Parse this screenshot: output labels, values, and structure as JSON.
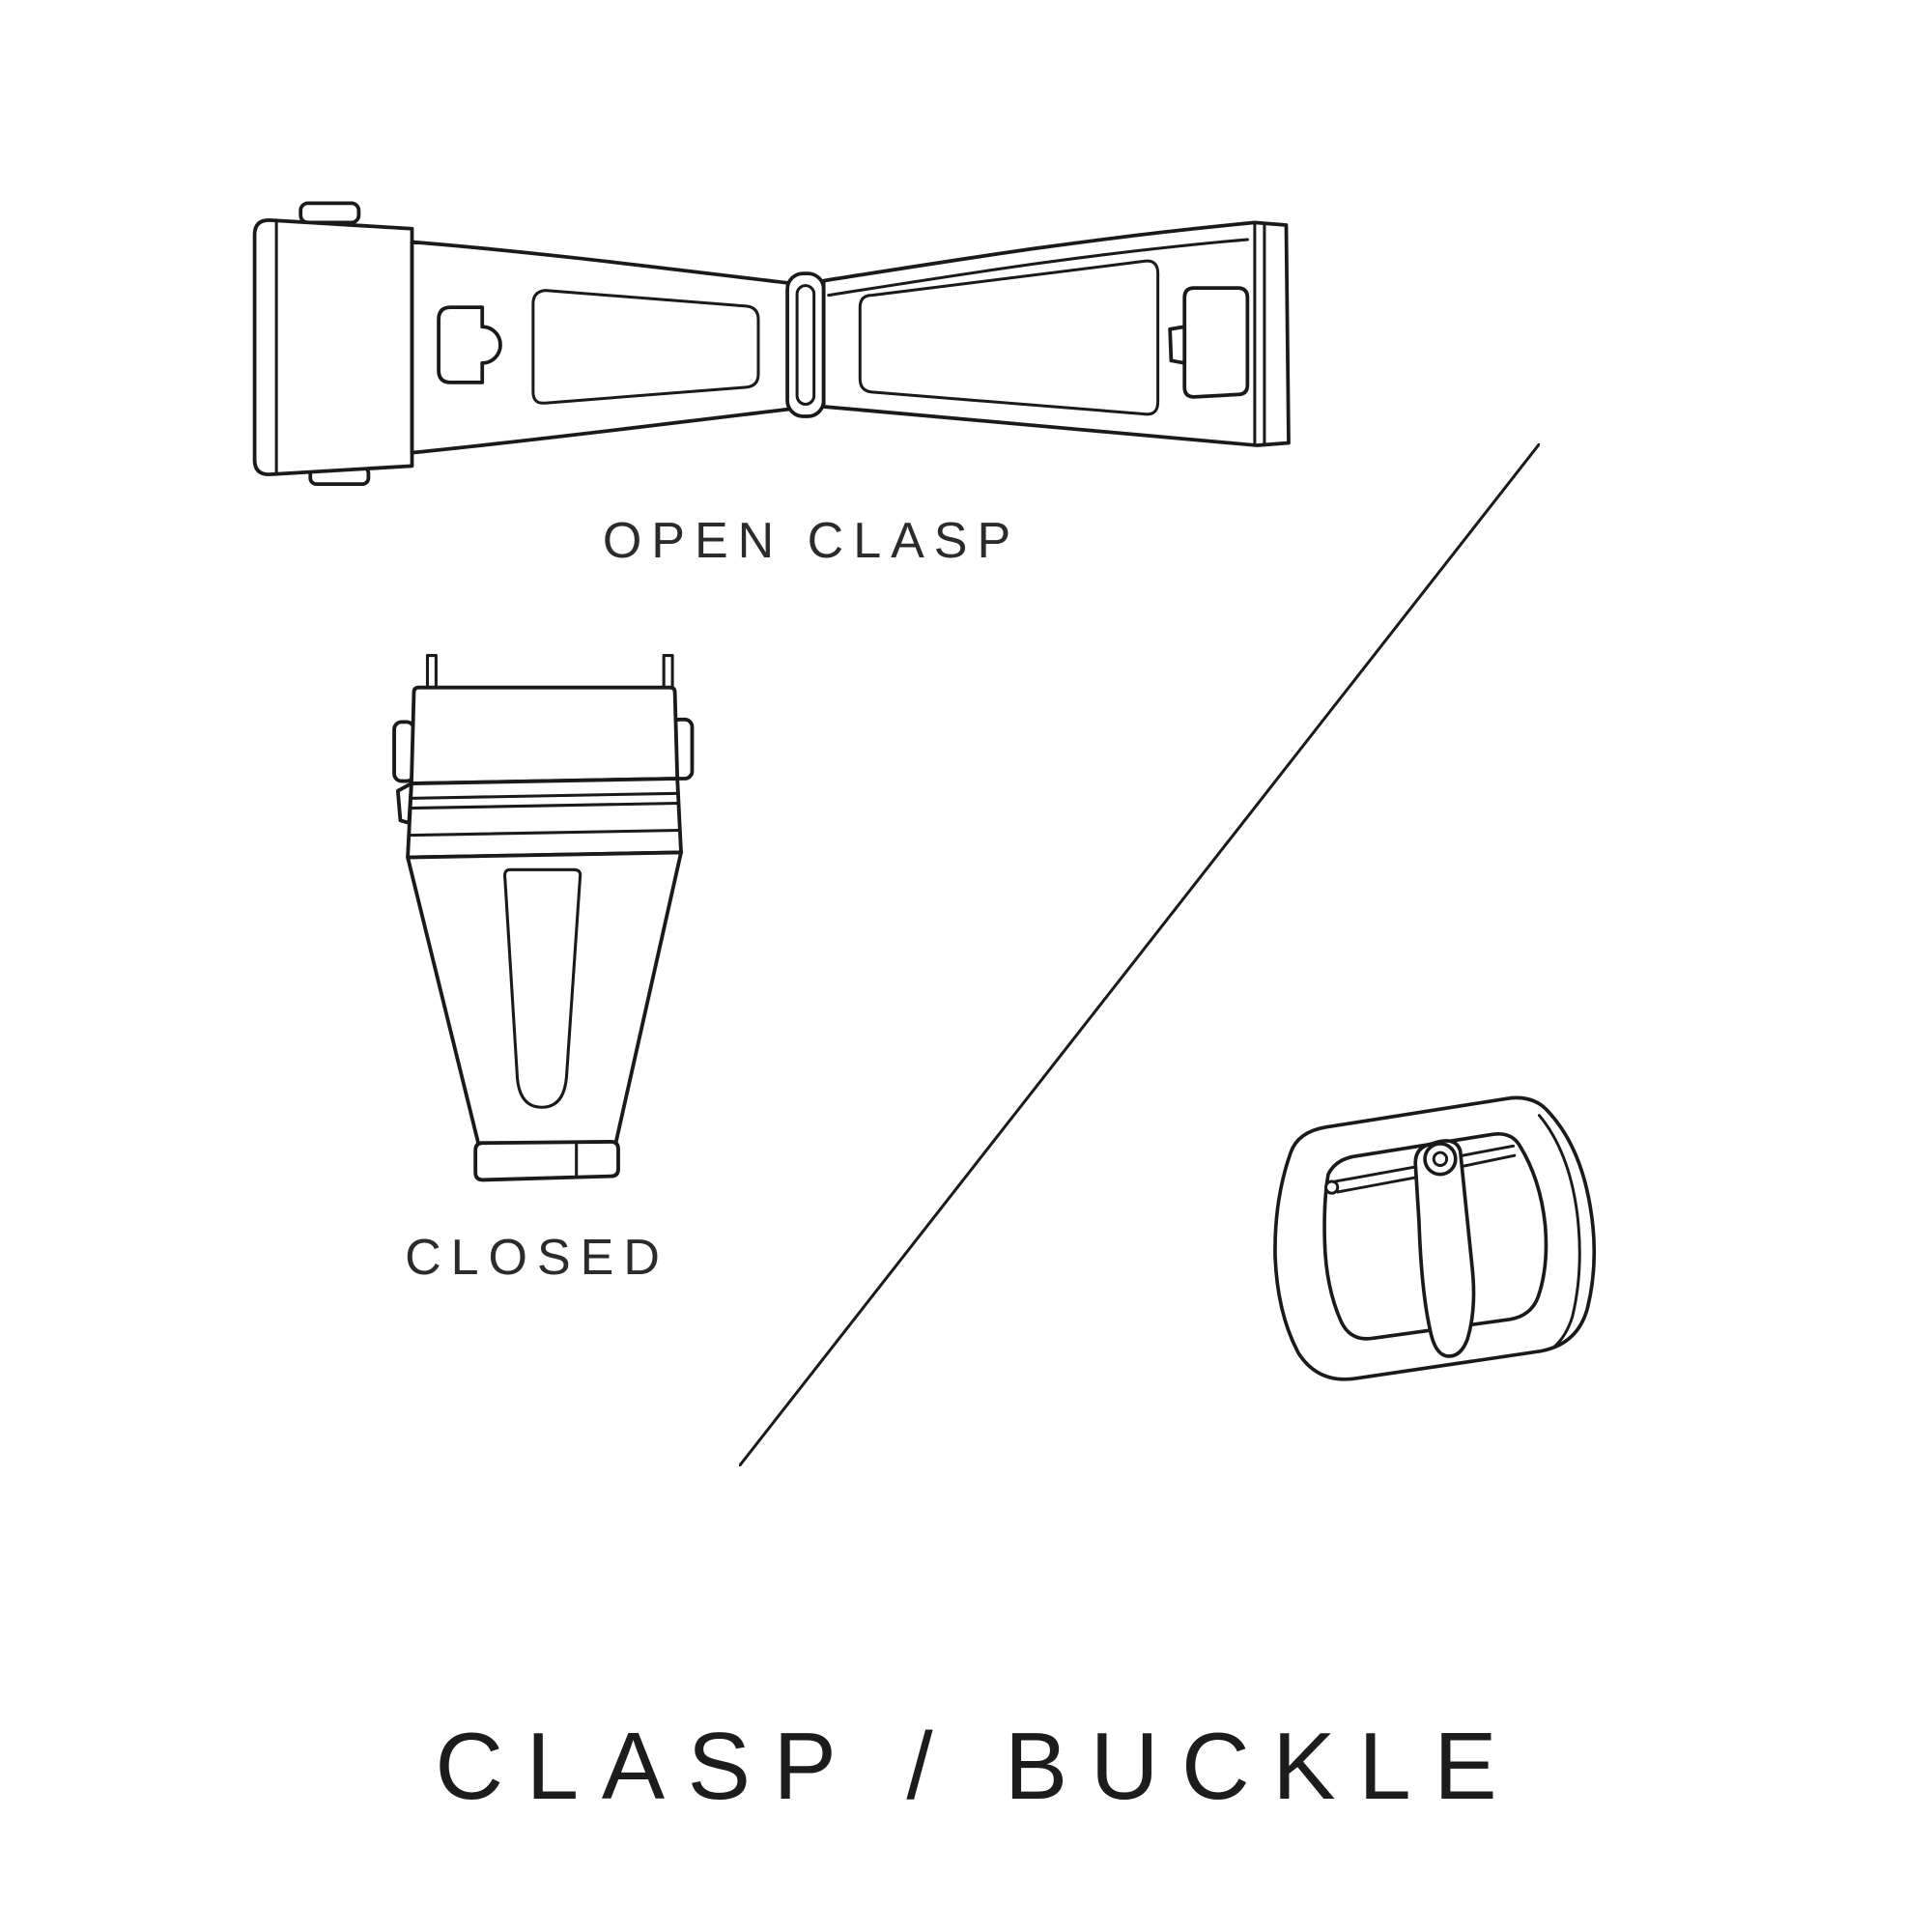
{
  "page": {
    "background": "#ffffff",
    "ink": "#1a1a1a"
  },
  "figures": {
    "open_clasp": {
      "label": "OPEN CLASP",
      "illustration": "open-clasp-line-drawing"
    },
    "closed_clasp": {
      "label": "CLOSED",
      "illustration": "closed-clasp-line-drawing"
    },
    "buckle": {
      "illustration": "tang-buckle-line-drawing"
    },
    "divider": {
      "illustration": "diagonal-divider-line"
    }
  },
  "title": "CLASP / BUCKLE"
}
